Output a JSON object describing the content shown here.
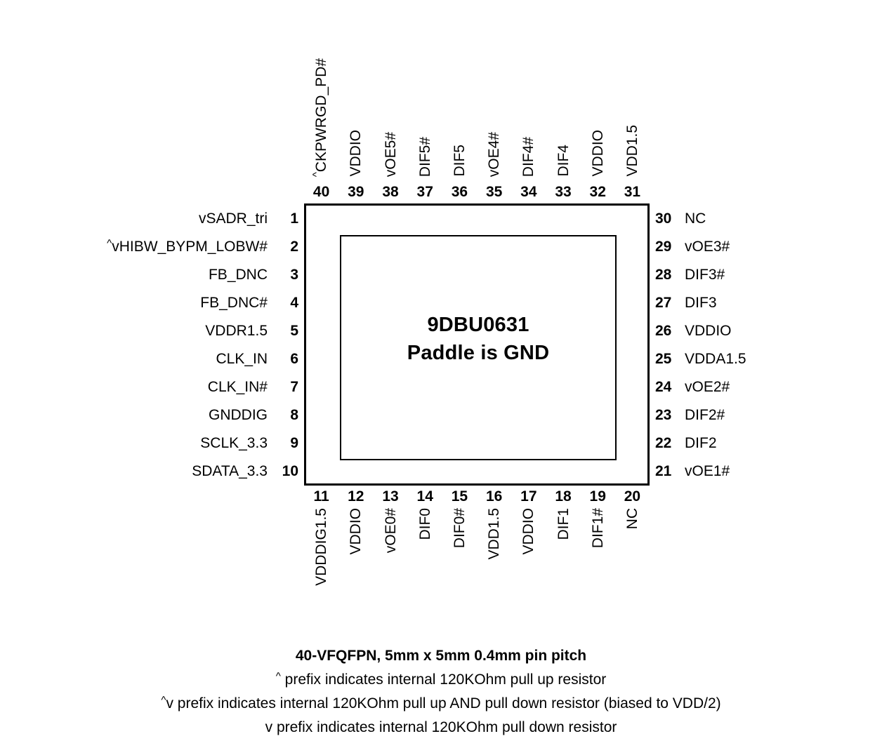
{
  "chip": {
    "part_number": "9DBU0631",
    "paddle_note": "Paddle is GND"
  },
  "pins": {
    "left": [
      {
        "num": "1",
        "label": "vSADR_tri",
        "prefix": ""
      },
      {
        "num": "2",
        "label": "vHIBW_BYPM_LOBW#",
        "prefix": "^"
      },
      {
        "num": "3",
        "label": "FB_DNC",
        "prefix": ""
      },
      {
        "num": "4",
        "label": "FB_DNC#",
        "prefix": ""
      },
      {
        "num": "5",
        "label": "VDDR1.5",
        "prefix": ""
      },
      {
        "num": "6",
        "label": "CLK_IN",
        "prefix": ""
      },
      {
        "num": "7",
        "label": "CLK_IN#",
        "prefix": ""
      },
      {
        "num": "8",
        "label": "GNDDIG",
        "prefix": ""
      },
      {
        "num": "9",
        "label": "SCLK_3.3",
        "prefix": ""
      },
      {
        "num": "10",
        "label": "SDATA_3.3",
        "prefix": ""
      }
    ],
    "bottom": [
      {
        "num": "11",
        "label": "VDDDIG1.5",
        "prefix": ""
      },
      {
        "num": "12",
        "label": "VDDIO",
        "prefix": ""
      },
      {
        "num": "13",
        "label": "vOE0#",
        "prefix": ""
      },
      {
        "num": "14",
        "label": "DIF0",
        "prefix": ""
      },
      {
        "num": "15",
        "label": "DIF0#",
        "prefix": ""
      },
      {
        "num": "16",
        "label": "VDD1.5",
        "prefix": ""
      },
      {
        "num": "17",
        "label": "VDDIO",
        "prefix": ""
      },
      {
        "num": "18",
        "label": "DIF1",
        "prefix": ""
      },
      {
        "num": "19",
        "label": "DIF1#",
        "prefix": ""
      },
      {
        "num": "20",
        "label": "NC",
        "prefix": ""
      }
    ],
    "right": [
      {
        "num": "30",
        "label": "NC",
        "prefix": ""
      },
      {
        "num": "29",
        "label": "vOE3#",
        "prefix": ""
      },
      {
        "num": "28",
        "label": "DIF3#",
        "prefix": ""
      },
      {
        "num": "27",
        "label": "DIF3",
        "prefix": ""
      },
      {
        "num": "26",
        "label": "VDDIO",
        "prefix": ""
      },
      {
        "num": "25",
        "label": "VDDA1.5",
        "prefix": ""
      },
      {
        "num": "24",
        "label": "vOE2#",
        "prefix": ""
      },
      {
        "num": "23",
        "label": "DIF2#",
        "prefix": ""
      },
      {
        "num": "22",
        "label": "DIF2",
        "prefix": ""
      },
      {
        "num": "21",
        "label": "vOE1#",
        "prefix": ""
      }
    ],
    "top": [
      {
        "num": "40",
        "label": "CKPWRGD_PD#",
        "prefix": "^"
      },
      {
        "num": "39",
        "label": "VDDIO",
        "prefix": ""
      },
      {
        "num": "38",
        "label": "vOE5#",
        "prefix": ""
      },
      {
        "num": "37",
        "label": "DIF5#",
        "prefix": ""
      },
      {
        "num": "36",
        "label": "DIF5",
        "prefix": ""
      },
      {
        "num": "35",
        "label": "vOE4#",
        "prefix": ""
      },
      {
        "num": "34",
        "label": "DIF4#",
        "prefix": ""
      },
      {
        "num": "33",
        "label": "DIF4",
        "prefix": ""
      },
      {
        "num": "32",
        "label": "VDDIO",
        "prefix": ""
      },
      {
        "num": "31",
        "label": "VDD1.5",
        "prefix": ""
      }
    ]
  },
  "footer": {
    "package_line": "40-VFQFPN, 5mm x 5mm 0.4mm pin pitch",
    "note_pullup": " prefix indicates internal 120KOhm pull up resistor",
    "note_pullup_prefix": "^",
    "note_both": " prefix indicates internal 120KOhm pull up AND pull down resistor (biased to VDD/2)",
    "note_both_prefix": "^",
    "note_both_prefix2": "v",
    "note_pulldown": "v prefix indicates internal 120KOhm pull down resistor"
  }
}
